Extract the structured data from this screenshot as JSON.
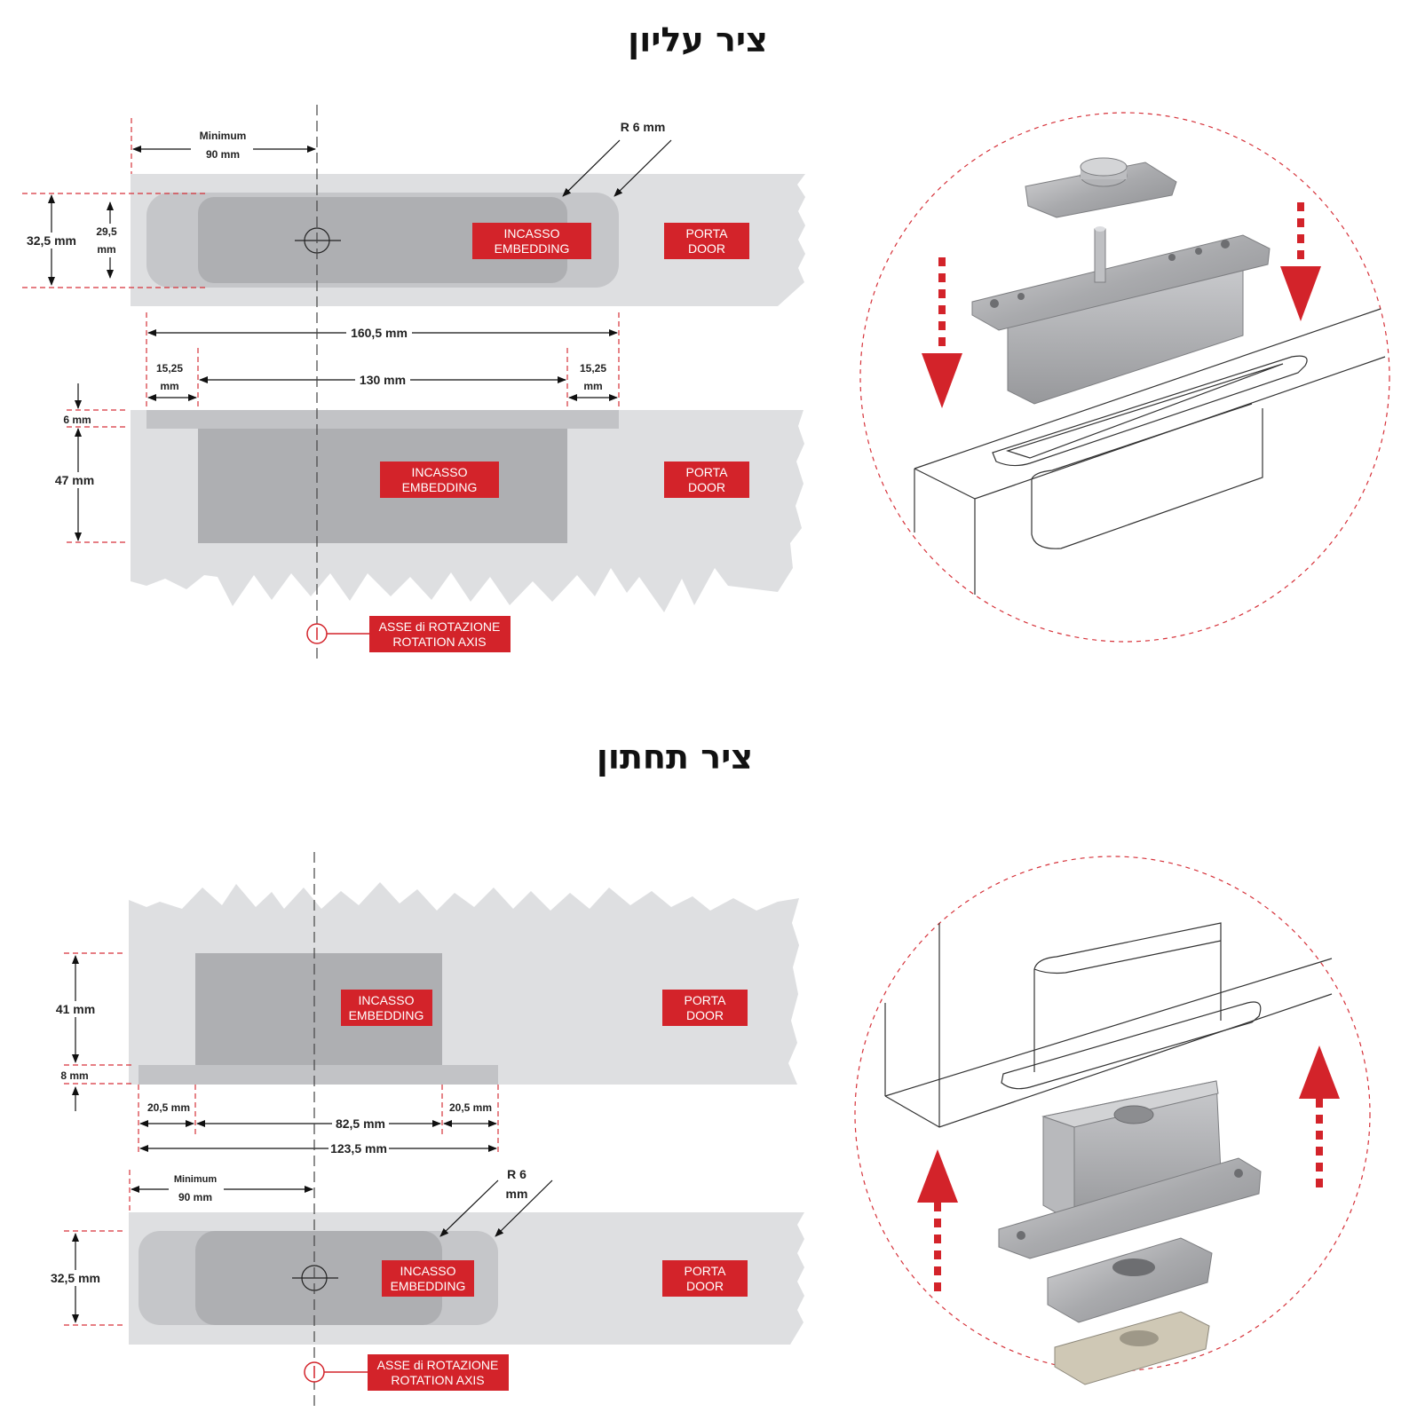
{
  "titles": {
    "top": "ציר עליון",
    "bottom": "ציר תחתון"
  },
  "colors": {
    "door_gray": "#dedfe1",
    "plate_gray": "#c2c3c6",
    "embed_gray": "#aeafb2",
    "label_red": "#d3232a",
    "guide_red": "#d6323a",
    "arrow_red": "#d3232a"
  },
  "labels": {
    "embedding": [
      "INCASSO",
      "EMBEDDING"
    ],
    "door": [
      "PORTA",
      "DOOR"
    ],
    "axis": [
      "ASSE di ROTAZIONE",
      "ROTATION AXIS"
    ]
  },
  "top_pivot": {
    "dims": {
      "minimum": "Minimum",
      "min_90": "90 mm",
      "r6": "R 6  mm",
      "h_32_5": "32,5  mm",
      "h_29_5_a": "29,5",
      "h_29_5_b": "mm",
      "w_160_5": "160,5  mm",
      "w_15_25_left_a": "15,25",
      "w_15_25_left_b": "mm",
      "w_130": "130 mm",
      "w_15_25_right_a": "15,25",
      "w_15_25_right_b": "mm",
      "h_6": "6 mm",
      "h_47": "47 mm"
    }
  },
  "bottom_pivot": {
    "dims": {
      "h_41": "41 mm",
      "h_8": "8 mm",
      "w_20_5_left": "20,5 mm",
      "w_82_5": "82,5  mm",
      "w_20_5_right": "20,5 mm",
      "w_123_5": "123,5 mm",
      "minimum": "Minimum",
      "min_90": "90 mm",
      "r6_a": "R 6",
      "r6_b": "mm",
      "h_32_5": "32,5  mm"
    }
  }
}
